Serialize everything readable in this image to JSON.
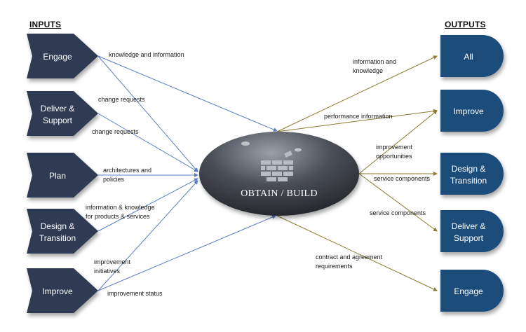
{
  "headings": {
    "inputs": "INPUTS",
    "outputs": "OUTPUTS"
  },
  "center": {
    "label": "OBTAIN / BUILD",
    "icon": "brick-wall-icon"
  },
  "inputs": [
    {
      "line1": "Engage",
      "line2": ""
    },
    {
      "line1": "Deliver &",
      "line2": "Support"
    },
    {
      "line1": "Plan",
      "line2": ""
    },
    {
      "line1": "Design &",
      "line2": "Transition"
    },
    {
      "line1": "Improve",
      "line2": ""
    }
  ],
  "outputs": [
    {
      "line1": "All",
      "line2": ""
    },
    {
      "line1": "Improve",
      "line2": ""
    },
    {
      "line1": "Design &",
      "line2": "Transition"
    },
    {
      "line1": "Deliver &",
      "line2": "Support"
    },
    {
      "line1": "Engage",
      "line2": ""
    }
  ],
  "input_flows": {
    "knowledge_information": "knowledge and information",
    "change_requests_1": "change requests",
    "change_requests_2": "change requests",
    "architectures_1": "architectures and",
    "architectures_2": "policies",
    "info_products_1": "information & knowledge",
    "info_products_2": "for products & services",
    "improvement_initiatives_1": "improvement",
    "improvement_initiatives_2": "initiatives",
    "improvement_status": "improvement status"
  },
  "output_flows": {
    "information_knowledge_1": "information and",
    "information_knowledge_2": "knowledge",
    "performance_information": "performance information",
    "improvement_opportunities_1": "improvement",
    "improvement_opportunities_2": "opportunities",
    "service_components_1": "service components",
    "service_components_2": "service components",
    "contract_1": "contract and agreement",
    "contract_2": "requirements"
  },
  "colors": {
    "input_box": "#2e3b52",
    "output_box": "#1f4e7a",
    "input_arrow": "#5b7fc4",
    "output_arrow": "#8a7a2e",
    "center_dark": "#2a2d33",
    "center_light": "#8c9099"
  }
}
